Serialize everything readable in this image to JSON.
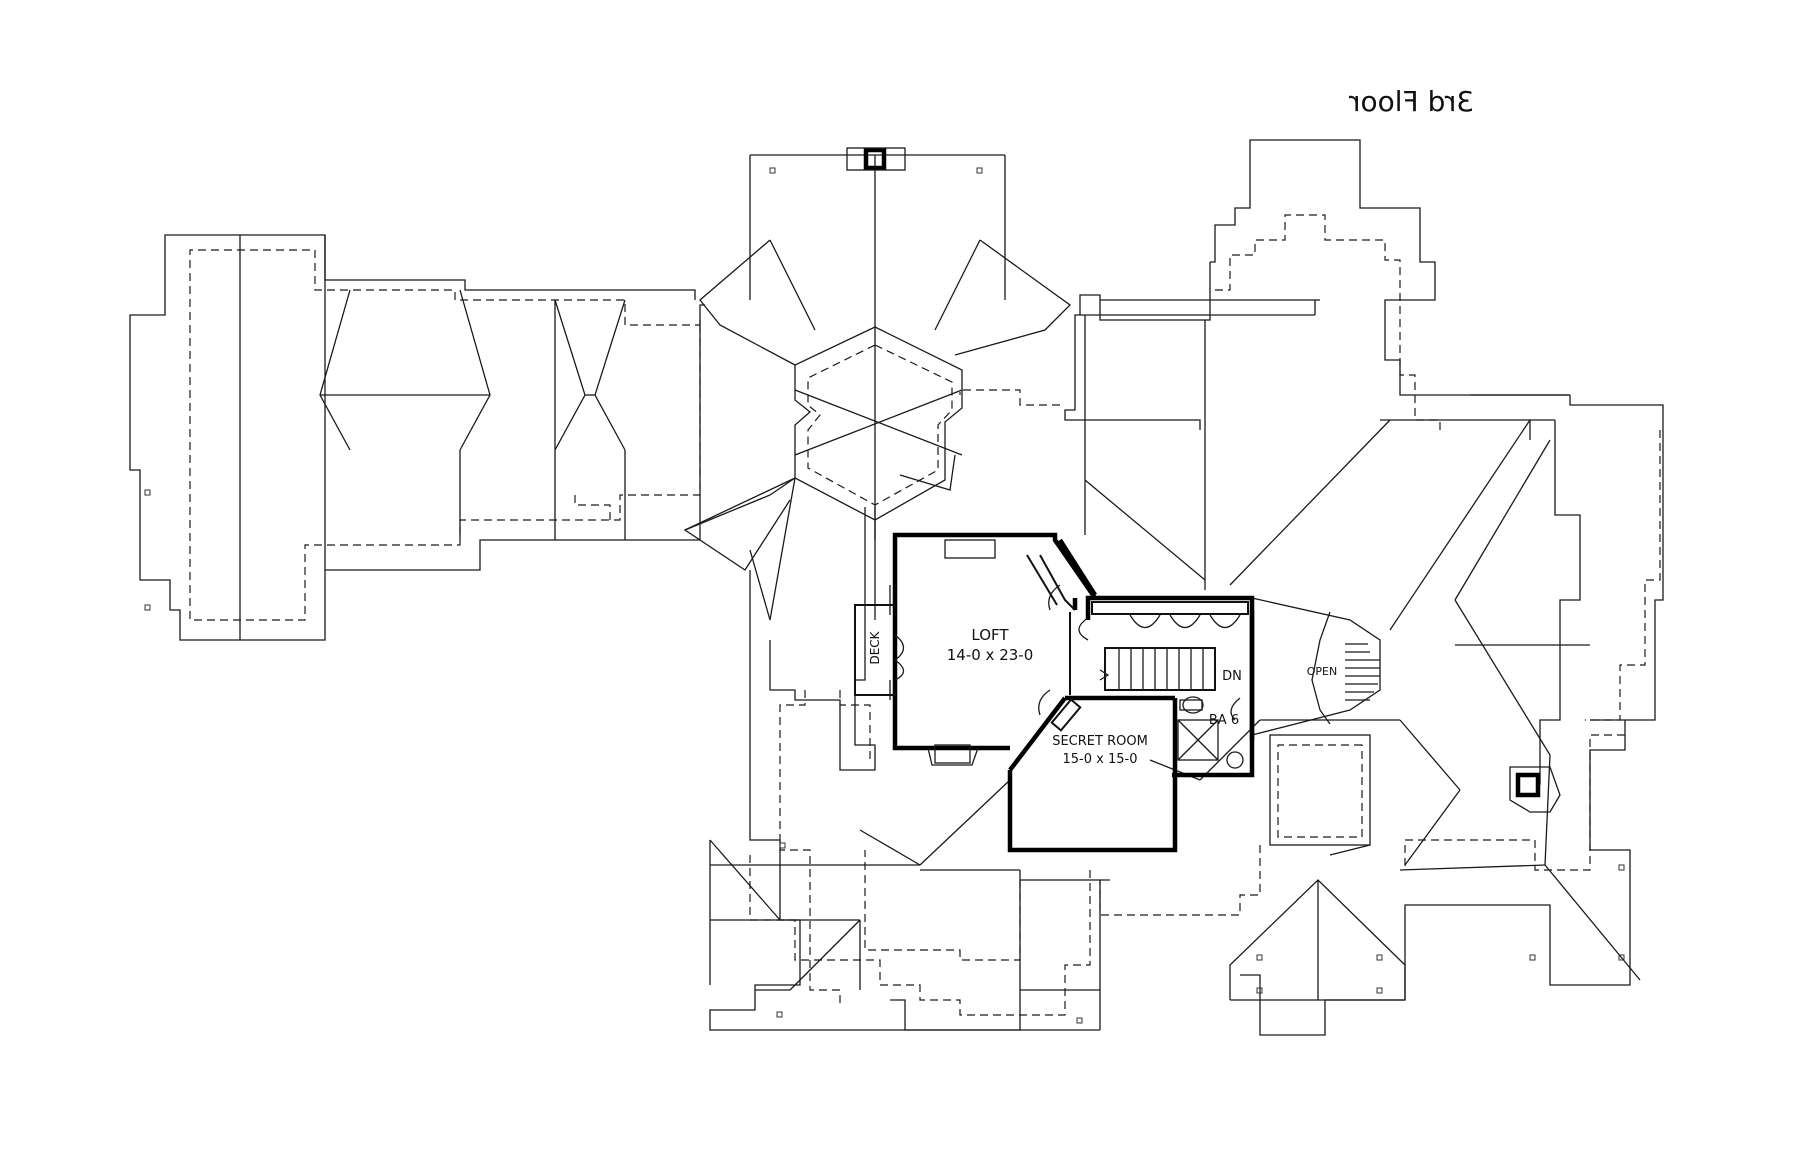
{
  "title": "3rd Floor",
  "rooms": {
    "loft": {
      "name": "LOFT",
      "size": "14-0 x 23-0"
    },
    "secret_room": {
      "name": "SECRET ROOM",
      "size": "15-0 x 15-0"
    },
    "bath": {
      "name": "BA 6"
    },
    "deck": {
      "name": "DECK"
    },
    "stairs": {
      "label": "DN"
    },
    "open": {
      "label": "OPEN"
    }
  }
}
